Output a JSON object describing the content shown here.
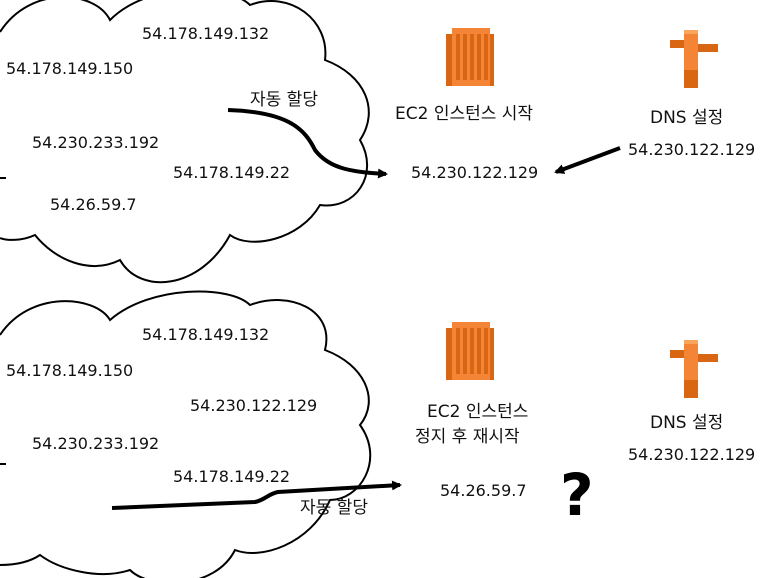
{
  "top": {
    "pool_ips": [
      "54.178.149.132",
      "54.178.149.150",
      "54.230.233.192",
      "54.178.149.22",
      "54.26.59.7"
    ],
    "assign_label": "자동 할당",
    "ec2_label": "EC2 인스턴스 시작",
    "assigned_ip": "54.230.122.129",
    "dns_label": "DNS 설정",
    "dns_ip": "54.230.122.129"
  },
  "bottom": {
    "pool_ips": [
      "54.178.149.132",
      "54.178.149.150",
      "54.230.122.129",
      "54.230.233.192",
      "54.178.149.22"
    ],
    "assign_label": "자동 할당",
    "ec2_label_line1": "EC2 인스턴스",
    "ec2_label_line2": "정지 후 재시작",
    "assigned_ip": "54.26.59.7",
    "dns_label": "DNS 설정",
    "dns_ip": "54.230.122.129",
    "question_mark": "?"
  },
  "colors": {
    "aws_orange": "#F58536",
    "aws_orange_dark": "#D86613",
    "aws_orange_light": "#F9A65C"
  },
  "icons": {
    "ec2": "ec2-instance-icon",
    "dns": "route53-signpost-icon"
  }
}
